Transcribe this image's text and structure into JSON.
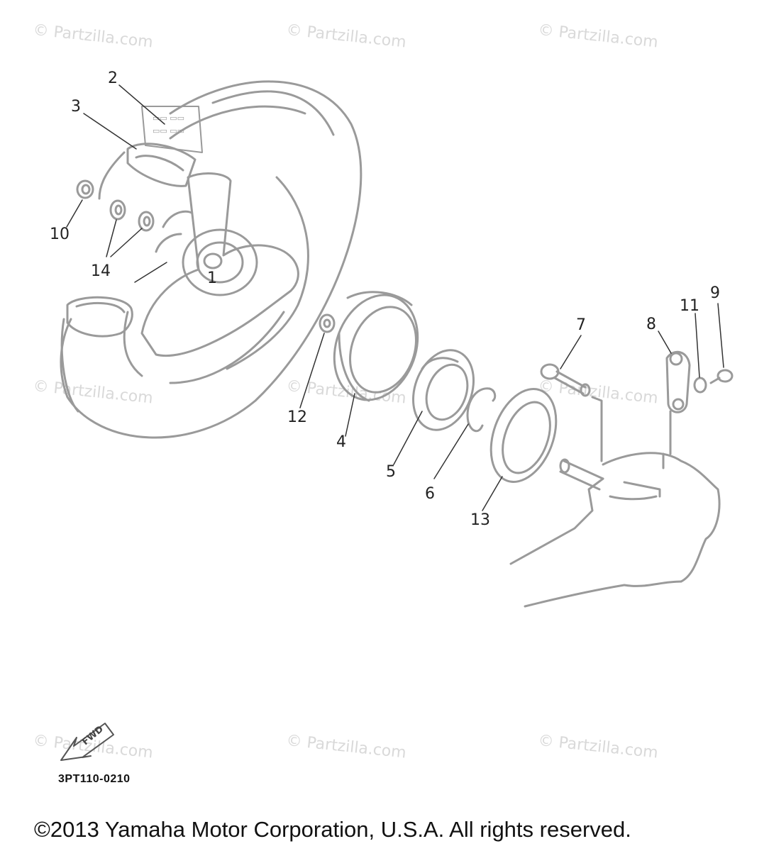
{
  "watermarks": [
    "© Partzilla.com",
    "© Partzilla.com",
    "© Partzilla.com",
    "© Partzilla.com",
    "© Partzilla.com",
    "© Partzilla.com",
    "© Partzilla.com",
    "© Partzilla.com",
    "© Partzilla.com"
  ],
  "callouts": [
    "1",
    "2",
    "3",
    "4",
    "5",
    "6",
    "7",
    "8",
    "9",
    "10",
    "11",
    "12",
    "13",
    "14"
  ],
  "fwd_label": "FWD",
  "diagram_code": "3PT110-0210",
  "copyright": "©2013 Yamaha Motor Corporation, U.S.A. All rights reserved.",
  "colors": {
    "line": "#9a9a9a",
    "text": "#222222",
    "watermark": "#d9d9d9"
  }
}
